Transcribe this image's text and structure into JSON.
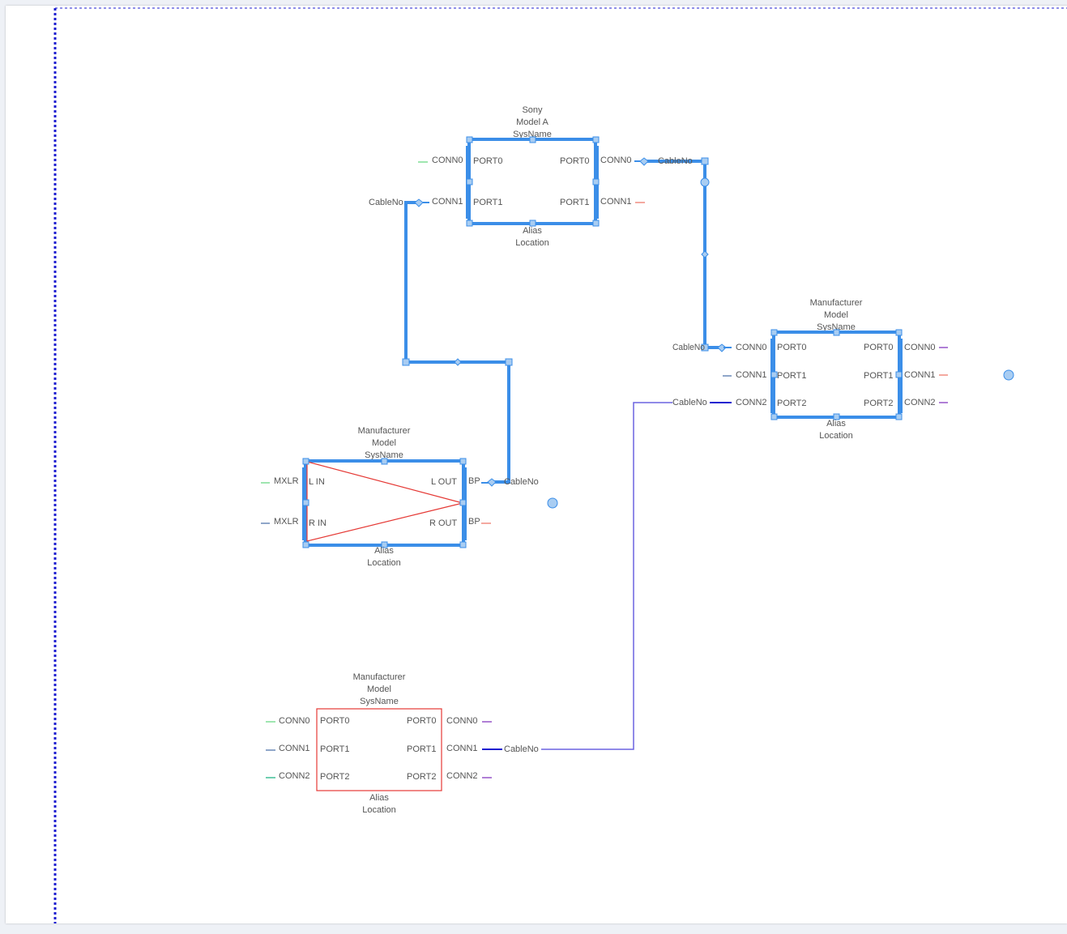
{
  "colors": {
    "selection": "#3b8ee8",
    "handle_fill": "#a9cdf2",
    "device_border_selected": "#3b8ee8",
    "device_border_unselected": "#e53935",
    "highlight_triangle": "#e53935",
    "cable_selected": "#3b8ee8",
    "cable_unselected": "#6b63e0",
    "page_border": "#1f1fd0"
  },
  "devices": [
    {
      "id": "sony",
      "header": [
        "Sony",
        "Model A",
        "SysName"
      ],
      "footer": [
        "Alias",
        "Location"
      ],
      "selected": true,
      "left_ports": [
        {
          "conn": "CONN0",
          "port": "PORT0",
          "stub": "#9fe6b0"
        },
        {
          "conn": "CONN1",
          "port": "PORT1",
          "stub": "#3b8ee8"
        }
      ],
      "right_ports": [
        {
          "conn": "CONN0",
          "port": "PORT0",
          "stub": "#3b8ee8"
        },
        {
          "conn": "CONN1",
          "port": "PORT1",
          "stub": "#f4a9a0"
        }
      ]
    },
    {
      "id": "mfr-right",
      "header": [
        "Manufacturer",
        "Model",
        "SysName"
      ],
      "footer": [
        "Alias",
        "Location"
      ],
      "selected": true,
      "left_ports": [
        {
          "conn": "CONN0",
          "port": "PORT0",
          "stub": "#3b8ee8"
        },
        {
          "conn": "CONN1",
          "port": "PORT1",
          "stub": "#8fa6c9"
        },
        {
          "conn": "CONN2",
          "port": "PORT2",
          "stub": "#1f1fd0"
        }
      ],
      "right_ports": [
        {
          "conn": "CONN0",
          "port": "PORT0",
          "stub": "#b07fd6"
        },
        {
          "conn": "CONN1",
          "port": "PORT1",
          "stub": "#f4a9a0"
        },
        {
          "conn": "CONN2",
          "port": "PORT2",
          "stub": "#b07fd6"
        }
      ]
    },
    {
      "id": "mixer",
      "header": [
        "Manufacturer",
        "Model",
        "SysName"
      ],
      "footer": [
        "Alias",
        "Location"
      ],
      "selected": true,
      "left_ports": [
        {
          "conn": "MXLR",
          "port": "L IN",
          "stub": "#9fe6b0"
        },
        {
          "conn": "MXLR",
          "port": "R IN",
          "stub": "#8fa6c9"
        }
      ],
      "right_ports": [
        {
          "conn": "BP",
          "port": "L OUT",
          "stub": "#3b8ee8"
        },
        {
          "conn": "BP",
          "port": "R OUT",
          "stub": "#f4a9a0"
        }
      ]
    },
    {
      "id": "mfr-bottom",
      "header": [
        "Manufacturer",
        "Model",
        "SysName"
      ],
      "footer": [
        "Alias",
        "Location"
      ],
      "selected": false,
      "left_ports": [
        {
          "conn": "CONN0",
          "port": "PORT0",
          "stub": "#9fe6b0"
        },
        {
          "conn": "CONN1",
          "port": "PORT1",
          "stub": "#8fa6c9"
        },
        {
          "conn": "CONN2",
          "port": "PORT2",
          "stub": "#6fcfb0"
        }
      ],
      "right_ports": [
        {
          "conn": "CONN0",
          "port": "PORT0",
          "stub": "#b07fd6"
        },
        {
          "conn": "CONN1",
          "port": "PORT1",
          "stub": "#1f1fd0"
        },
        {
          "conn": "CONN2",
          "port": "PORT2",
          "stub": "#b07fd6"
        }
      ]
    }
  ],
  "cable_labels": {
    "sony_conn0_to_right_conn0_top": "CableNo",
    "sony_conn0_to_right_conn0_bottom": "CableNo",
    "sony_conn1_to_mixer": "CableNo",
    "mixer_bp_label": "CableNo",
    "bottom_conn1_to_right_conn2_start": "CableNo",
    "bottom_conn1_to_right_conn2_end": "CableNo"
  }
}
